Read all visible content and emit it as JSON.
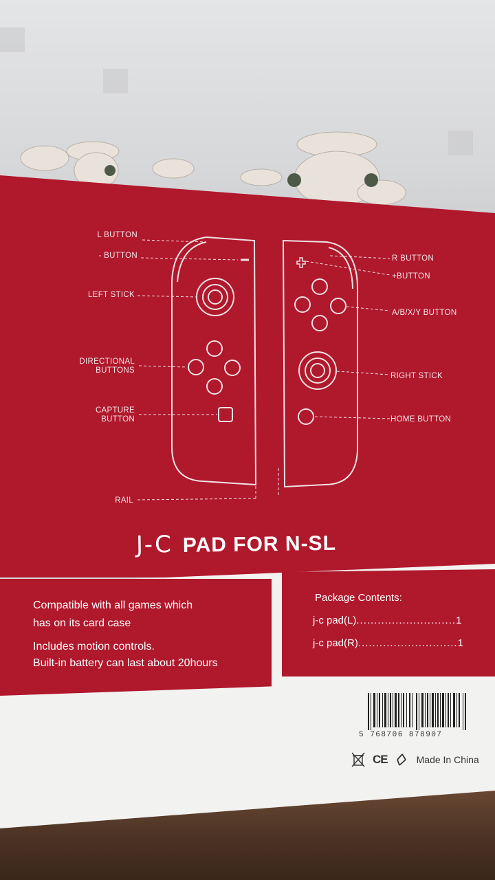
{
  "diagram": {
    "left_labels": [
      "L BUTTON",
      "- BUTTON",
      "LEFT STICK",
      "DIRECTIONAL BUTTONS",
      "CAPTURE BUTTON",
      "RAIL"
    ],
    "right_labels": [
      "R BUTTON",
      "+BUTTON",
      "A/B/X/Y BUTTON",
      "RIGHT STICK",
      "HOME BUTTON"
    ]
  },
  "title": {
    "brand": "J-C",
    "text": "PAD FOR N-SL"
  },
  "features": {
    "line1": "Compatible with all games which",
    "line2": "has on its card case",
    "line3": "Includes motion controls.",
    "line4": "Built-in battery can last about 20hours"
  },
  "package": {
    "heading": "Package Contents:",
    "items": [
      {
        "name": "j-c pad(L)",
        "dots": "............................",
        "qty": "1"
      },
      {
        "name": "j-c pad(R)",
        "dots": "............................",
        "qty": "1"
      }
    ]
  },
  "barcode": {
    "number": "5 768706 878907"
  },
  "origin": {
    "ce_mark": "CE",
    "made_in": "Made In China"
  },
  "colors": {
    "box_red": "#b0182c",
    "box_white": "#f2f2f0",
    "table": "#4a3123"
  }
}
